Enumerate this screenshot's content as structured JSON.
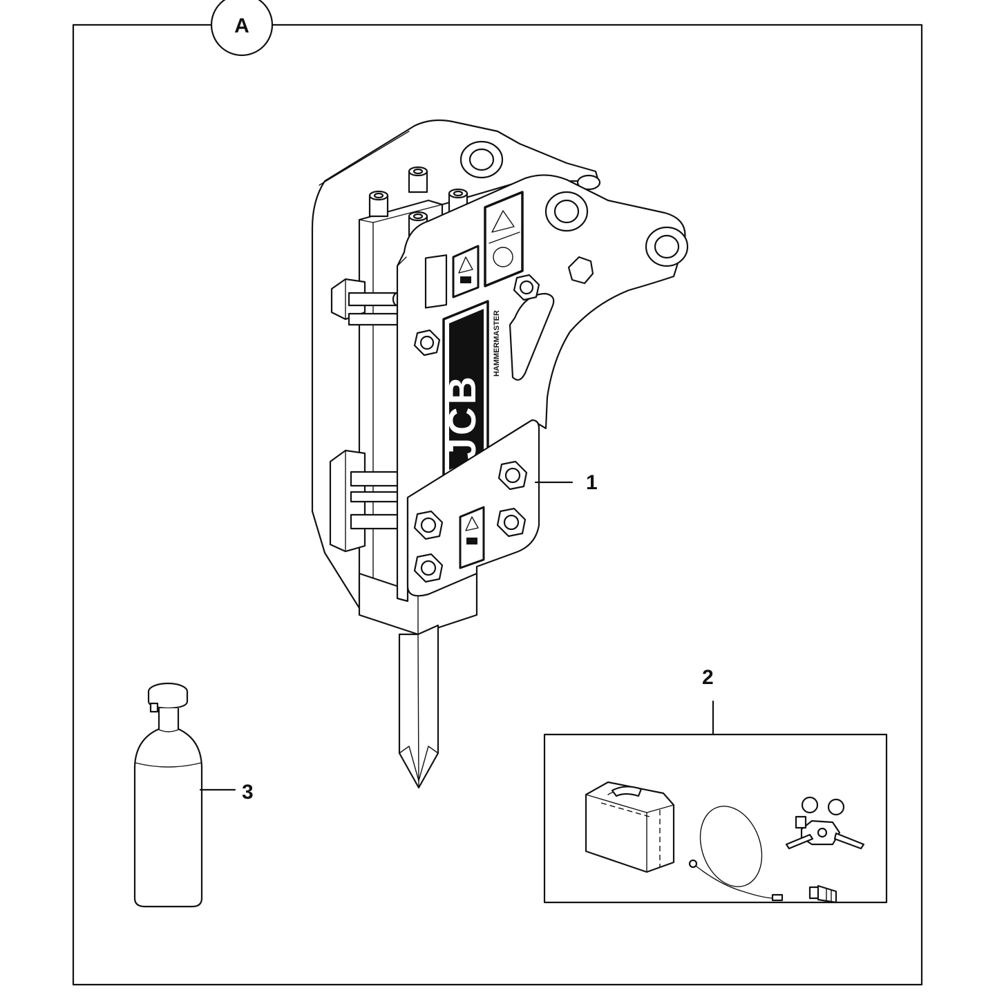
{
  "view_label": "A",
  "callouts": [
    {
      "id": "1",
      "label": "1",
      "part": "breaker"
    },
    {
      "id": "2",
      "label": "2",
      "part": "service-kit"
    },
    {
      "id": "3",
      "label": "3",
      "part": "nitrogen-bottle"
    }
  ],
  "decals": {
    "brand_logo": "JCB",
    "brand_sub": "HAMMERMASTER"
  },
  "colors": {
    "line": "#111111",
    "background": "#ffffff"
  }
}
